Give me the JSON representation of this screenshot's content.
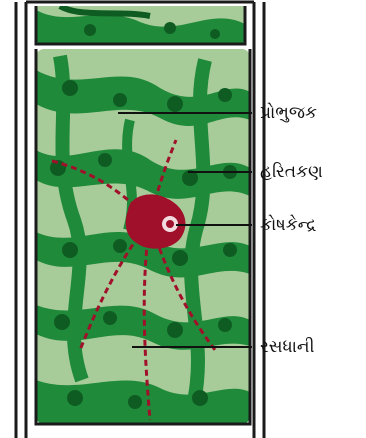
{
  "diagram": {
    "labels": {
      "protoplasm": "પ્રોભુજક",
      "chloroplast": "હરિતકણ",
      "nucleus": "કોષકેન્દ્ર",
      "vacuole": "રસધાની"
    },
    "colors": {
      "cell_wall": "#1a1a1a",
      "light_green": "#a8cc99",
      "dark_green": "#1f8a3a",
      "deep_green": "#0f5c23",
      "nucleus_red": "#a0102a",
      "text": "#111111"
    }
  }
}
